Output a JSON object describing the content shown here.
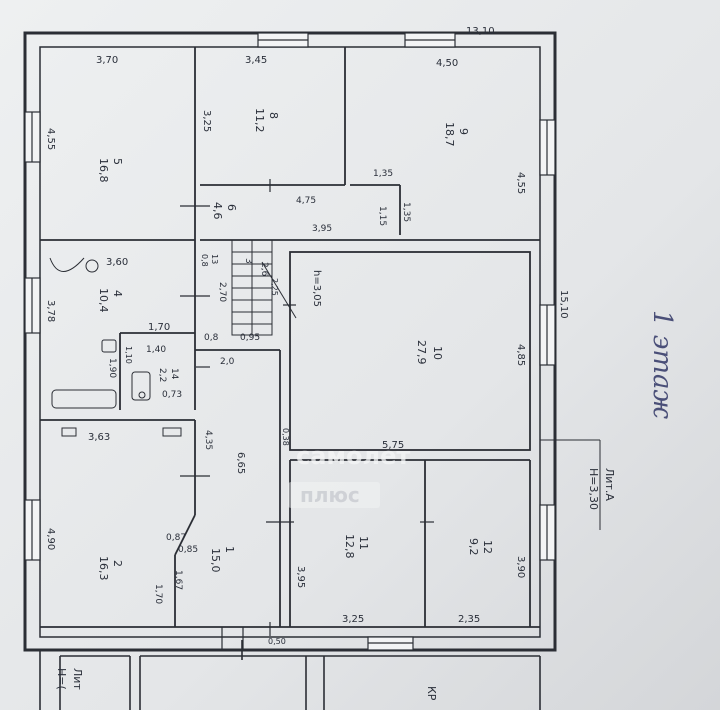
{
  "plan": {
    "overall_top": "13,10",
    "overall_right": "15,10",
    "floor_note": "1 этаж",
    "liter_label": "Лит.А",
    "liter_height": "H=3,30",
    "liter_bottom_label": "Лит",
    "liter_bottom_height": "H=(",
    "porch_label": "КР",
    "watermark_line1": "самолет",
    "watermark_line2": "плюс"
  },
  "rooms": {
    "r5": {
      "number": "5",
      "area": "16,8",
      "width": "3,70",
      "height": "4,55"
    },
    "r8": {
      "number": "8",
      "area": "11,2",
      "width": "3,45",
      "height": "3,25"
    },
    "r9": {
      "number": "9",
      "area": "18,7",
      "width": "4,50",
      "height": "4,55",
      "extra1": "1,35",
      "extra2": "1,35"
    },
    "r6": {
      "number": "6",
      "area": "4,6",
      "width": "4,75",
      "width2": "3,95",
      "height": "1,15"
    },
    "r3": {
      "number": "3",
      "area": "2,6",
      "dim1": "2,70",
      "dim2": "2,25",
      "dim3": "0,95",
      "dim4": "0,8"
    },
    "r4": {
      "number": "4",
      "area": "10,4",
      "width": "3,60",
      "height": "3,78",
      "bottom": "1,70"
    },
    "r10": {
      "number": "10",
      "area": "27,9",
      "ceiling": "h=3,05",
      "height": "4,85",
      "width": "5,75"
    },
    "r14": {
      "number": "14",
      "area": "2,2",
      "width": "1,40",
      "height": "1,90",
      "dim1": "1,10",
      "dim2": "0,73"
    },
    "r13": {
      "number": "13",
      "area": "0,8"
    },
    "r2": {
      "number": "2",
      "area": "16,3",
      "width": "3,63",
      "height": "4,90",
      "dim1": "4,35",
      "dim2": "1,70",
      "dim3": "0,87"
    },
    "r1": {
      "number": "1",
      "area": "15,0",
      "dim1": "6,65",
      "dim2": "2,0",
      "dim3": "0,85",
      "dim4": "1,67",
      "dim5": "0,38",
      "dim6": "0,50"
    },
    "r11": {
      "number": "11",
      "area": "12,8",
      "width": "3,25",
      "height": "3,95"
    },
    "r12": {
      "number": "12",
      "area": "9,2",
      "width": "2,35",
      "height": "3,90"
    }
  }
}
